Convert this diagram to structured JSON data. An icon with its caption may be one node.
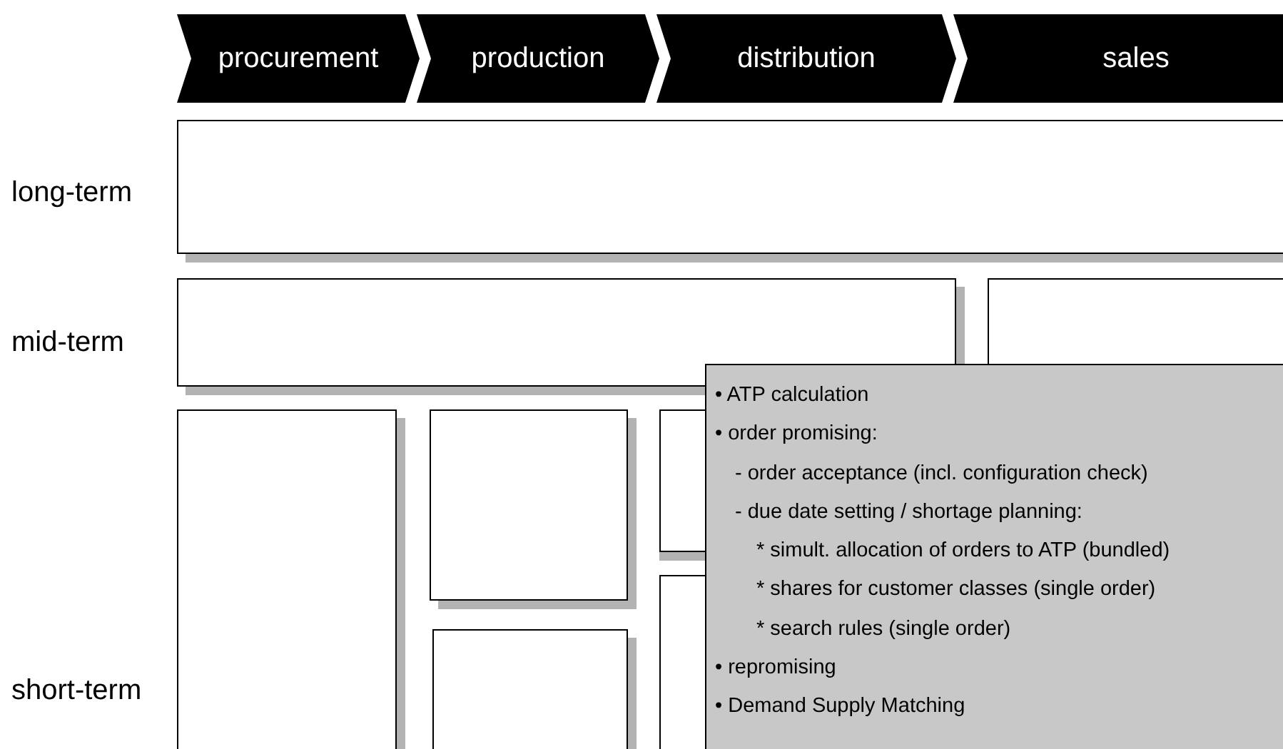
{
  "diagram": {
    "nodes": [
      {
        "text": [
          "procurement"
        ]
      },
      {
        "text": [
          "production"
        ]
      },
      {
        "text": [
          "distribution"
        ]
      },
      {
        "text": [
          "sales"
        ]
      },
      {
        "text": [],
        "shape": "box"
      },
      {
        "text": [],
        "shape": "box"
      },
      {
        "text": [],
        "shape": "box"
      },
      {
        "text": [],
        "shape": "box"
      },
      {
        "text": [],
        "shape": "box"
      },
      {
        "text": [],
        "shape": "box"
      },
      {
        "text": [],
        "shape": "box"
      },
      {
        "text": [],
        "shape": "box"
      },
      {
        "text": [
          "• ATP calculation",
          "• order promising:",
          "- order acceptance (incl. configuration check)",
          "- due date setting / shortage planning:",
          "* simult. allocation of orders to ATP (bundled)",
          "* shares for customer classes (single order)",
          "* search rules (single order)",
          "• repromising",
          "• Demand Supply Matching"
        ]
      }
    ],
    "labels": [
      "long-term",
      "mid-term",
      "short-term"
    ]
  }
}
